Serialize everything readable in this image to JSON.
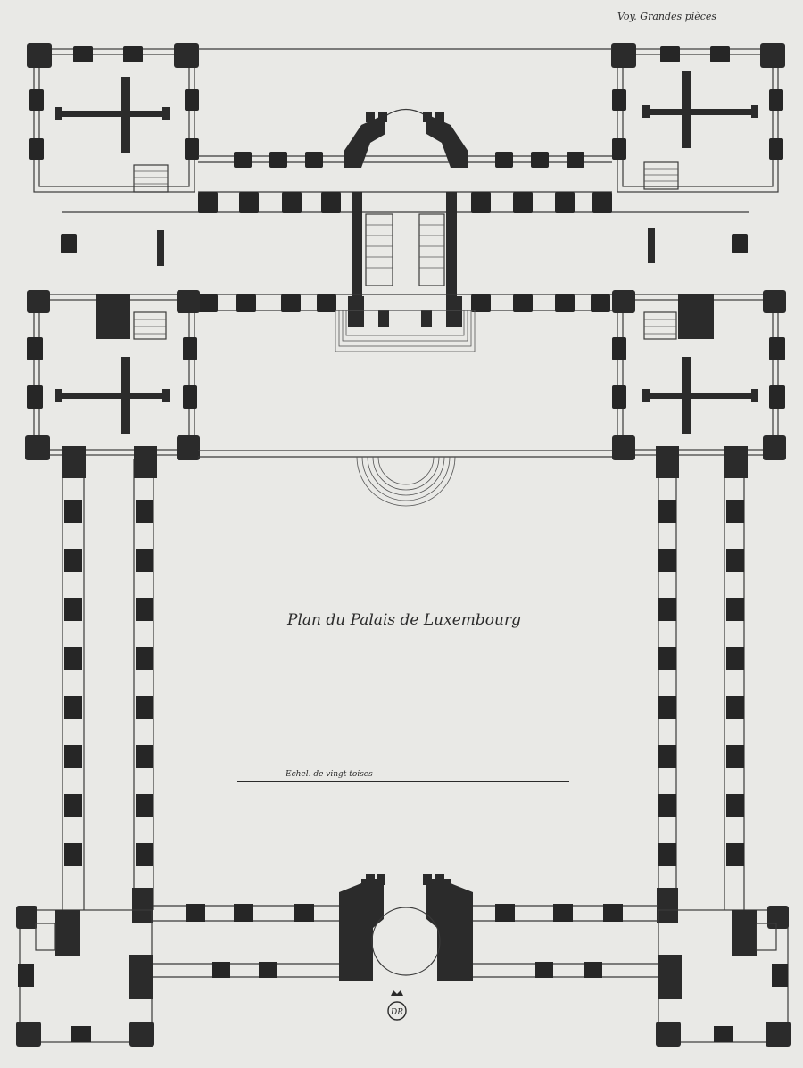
{
  "plate": {
    "reference_note": "Voy. Grandes pièces",
    "title": "Plan du Palais de Luxembourg",
    "scale_label": "Echel. de vingt toises",
    "monogram": "DR"
  },
  "colors": {
    "paper": "#e9e9e6",
    "ink": "#262626"
  }
}
